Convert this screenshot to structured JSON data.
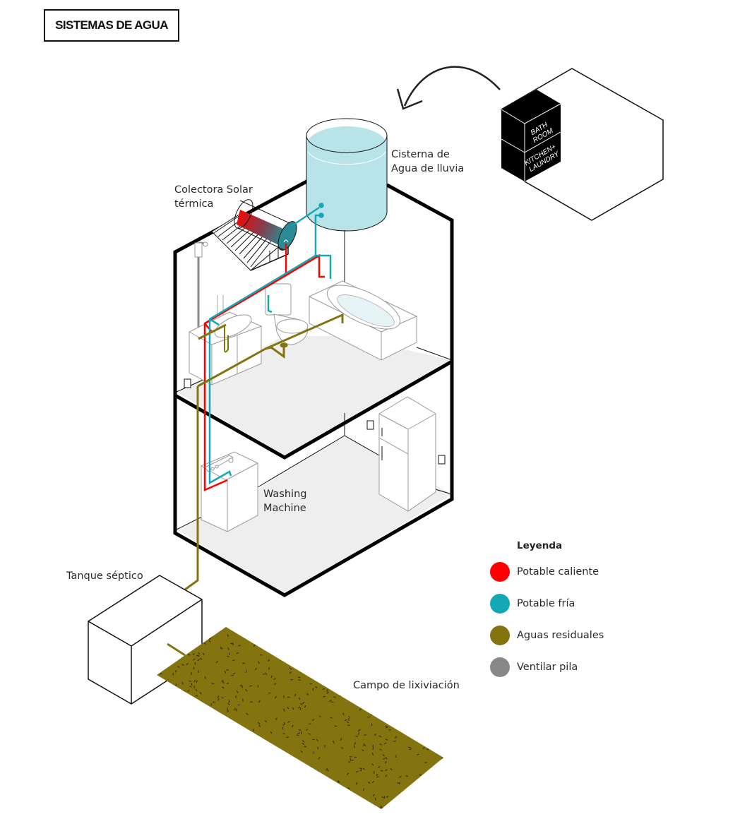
{
  "header": {
    "title": "SISTEMAS DE AGUA"
  },
  "key_plan": {
    "upper_module": "BATH ROOM",
    "upper_lines": [
      "BATH",
      "ROOM"
    ],
    "lower_module": "KITCHEN+ LAUNDRY",
    "lower_lines": [
      "KITCHEN+",
      "LAUNDRY"
    ]
  },
  "labels": {
    "cistern_line1": "Cisterna de",
    "cistern_line2": "Agua de lluvia",
    "solar_line1": "Colectora Solar",
    "solar_line2": "térmica",
    "washer_line1": "Washing",
    "washer_line2": "Machine",
    "septic": "Tanque séptico",
    "leach_field": "Campo de lixiviación"
  },
  "legend": {
    "title": "Leyenda",
    "items": [
      {
        "label": "Potable caliente",
        "color": "#ff0000"
      },
      {
        "label": "Potable fría",
        "color": "#13a8b4"
      },
      {
        "label": "Aguas residuales",
        "color": "#837410"
      },
      {
        "label": "Ventilar pila",
        "color": "#888888"
      }
    ]
  },
  "colors": {
    "hot": "#ff0000",
    "cold": "#13a8b4",
    "waste": "#837410",
    "vent": "#888888",
    "water": "#b8e3e8",
    "floor": "#eeeeee",
    "structure": "#000000"
  }
}
